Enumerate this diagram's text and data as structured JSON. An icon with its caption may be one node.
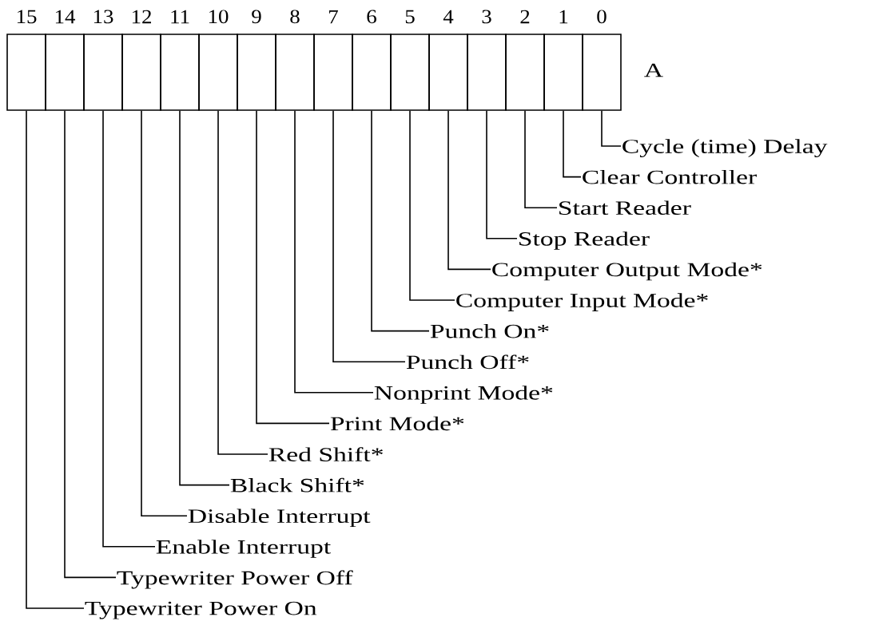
{
  "diagram": {
    "nodes": [
      {
        "text": [
          "15"
        ]
      },
      {
        "text": [
          "14"
        ]
      },
      {
        "text": [
          "13"
        ]
      },
      {
        "text": [
          "12"
        ]
      },
      {
        "text": [
          "11"
        ]
      },
      {
        "text": [
          "10"
        ]
      },
      {
        "text": [
          "9"
        ]
      },
      {
        "text": [
          "8"
        ]
      },
      {
        "text": [
          "7"
        ]
      },
      {
        "text": [
          "6"
        ]
      },
      {
        "text": [
          "5"
        ]
      },
      {
        "text": [
          "4"
        ]
      },
      {
        "text": [
          "3"
        ]
      },
      {
        "text": [
          "2"
        ]
      },
      {
        "text": [
          "1"
        ]
      },
      {
        "text": [
          "0"
        ]
      },
      {
        "text": [
          "Cycle (time) Delay"
        ]
      },
      {
        "text": [
          "Clear Controller"
        ]
      },
      {
        "text": [
          "Start Reader"
        ]
      },
      {
        "text": [
          "Stop Reader"
        ]
      },
      {
        "text": [
          "Computer Output Mode*"
        ]
      },
      {
        "text": [
          "Computer Input Mode*"
        ]
      },
      {
        "text": [
          "Punch On*"
        ]
      },
      {
        "text": [
          "Punch Off*"
        ]
      },
      {
        "text": [
          "Nonprint Mode*"
        ]
      },
      {
        "text": [
          "Print Mode*"
        ]
      },
      {
        "text": [
          "Red Shift*"
        ]
      },
      {
        "text": [
          "Black Shift*"
        ]
      },
      {
        "text": [
          "Disable Interrupt"
        ]
      },
      {
        "text": [
          "Enable Interrupt"
        ]
      },
      {
        "text": [
          "Typewriter Power Off"
        ]
      },
      {
        "text": [
          "Typewriter Power On"
        ]
      }
    ],
    "edges": [
      {
        "from": 15,
        "to": 16,
        "arrow": "none"
      },
      {
        "from": 14,
        "to": 17,
        "arrow": "none"
      },
      {
        "from": 13,
        "to": 18,
        "arrow": "none"
      },
      {
        "from": 12,
        "to": 19,
        "arrow": "none"
      },
      {
        "from": 11,
        "to": 20,
        "arrow": "none"
      },
      {
        "from": 10,
        "to": 21,
        "arrow": "none"
      },
      {
        "from": 9,
        "to": 22,
        "arrow": "none"
      },
      {
        "from": 8,
        "to": 23,
        "arrow": "none"
      },
      {
        "from": 7,
        "to": 24,
        "arrow": "none"
      },
      {
        "from": 6,
        "to": 25,
        "arrow": "none"
      },
      {
        "from": 5,
        "to": 26,
        "arrow": "none"
      },
      {
        "from": 4,
        "to": 27,
        "arrow": "none"
      },
      {
        "from": 3,
        "to": 28,
        "arrow": "none"
      },
      {
        "from": 2,
        "to": 29,
        "arrow": "none"
      },
      {
        "from": 1,
        "to": 30,
        "arrow": "none"
      },
      {
        "from": 0,
        "to": 31,
        "arrow": "none"
      }
    ],
    "labels": [
      "A"
    ]
  }
}
